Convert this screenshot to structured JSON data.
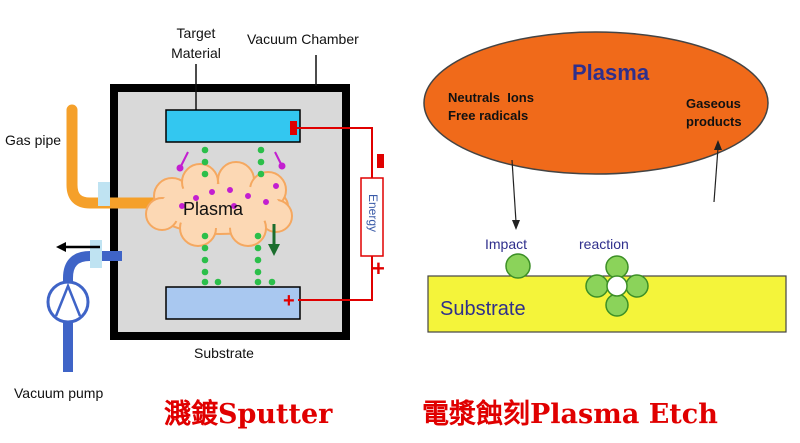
{
  "sputter": {
    "target_label_line1": "Target",
    "target_label_line2": "Material",
    "chamber_label": "Vacuum Chamber",
    "gas_pipe_label": "Gas pipe",
    "plasma_label": "Plasma",
    "energy_label": "Energy",
    "minus_sign": "−",
    "plus_sign": "+",
    "substrate_label": "Substrate",
    "pump_label": "Vacuum pump",
    "caption": "濺鍍Sputter"
  },
  "etch": {
    "plasma_title": "Plasma",
    "neutrals_ions": "Neutrals  Ions",
    "free_radicals": "Free radicals",
    "gaseous_line1": "Gaseous",
    "gaseous_line2": "products",
    "impact_label": "Impact",
    "reaction_label": "reaction",
    "substrate_label": "Substrate",
    "caption": "電漿蝕刻Plasma Etch"
  },
  "colors": {
    "plasma_orange": "#f06a1a",
    "substrate_yellow": "#f4f43a",
    "target_cyan": "#33c7f0",
    "particle_green": "#2bbf4a",
    "ion_magenta": "#c31fd0",
    "wire_red": "#e00000",
    "pipe_orange": "#f5a02a",
    "pump_blue": "#3f64c7"
  }
}
